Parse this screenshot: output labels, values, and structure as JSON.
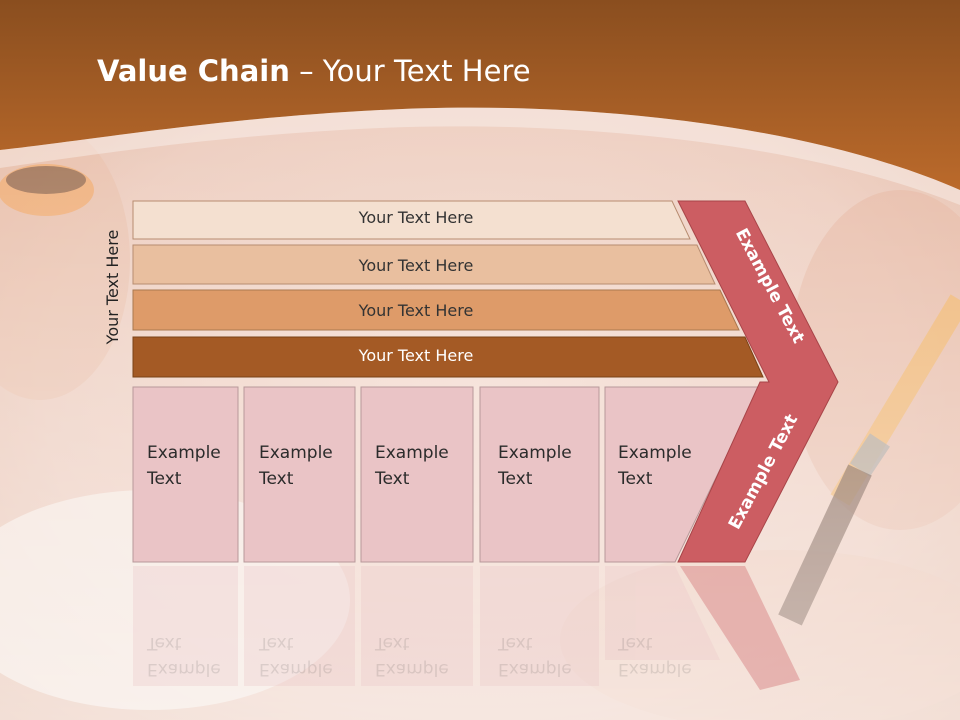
{
  "slide": {
    "title_bold": "Value Chain",
    "title_rest": " – Your Text Here",
    "side_label": "Your Text Here",
    "bands": [
      "Your Text Here",
      "Your Text Here",
      "Your Text Here",
      "Your Text Here"
    ],
    "boxes": [
      {
        "line1": "Example",
        "line2": "Text"
      },
      {
        "line1": "Example",
        "line2": "Text"
      },
      {
        "line1": "Example",
        "line2": "Text"
      },
      {
        "line1": "Example",
        "line2": "Text"
      },
      {
        "line1": "Example",
        "line2": "Text"
      }
    ],
    "chevron_top": "Example Text",
    "chevron_bottom": "Example Text"
  },
  "colors": {
    "header_brown": "#b5652a",
    "band1": "#f4e0d0",
    "band2": "#e9bf9f",
    "band3": "#de9b69",
    "band4": "#a45a25",
    "box_pink": "#eac4c6",
    "chevron_red": "#cc5d62"
  }
}
